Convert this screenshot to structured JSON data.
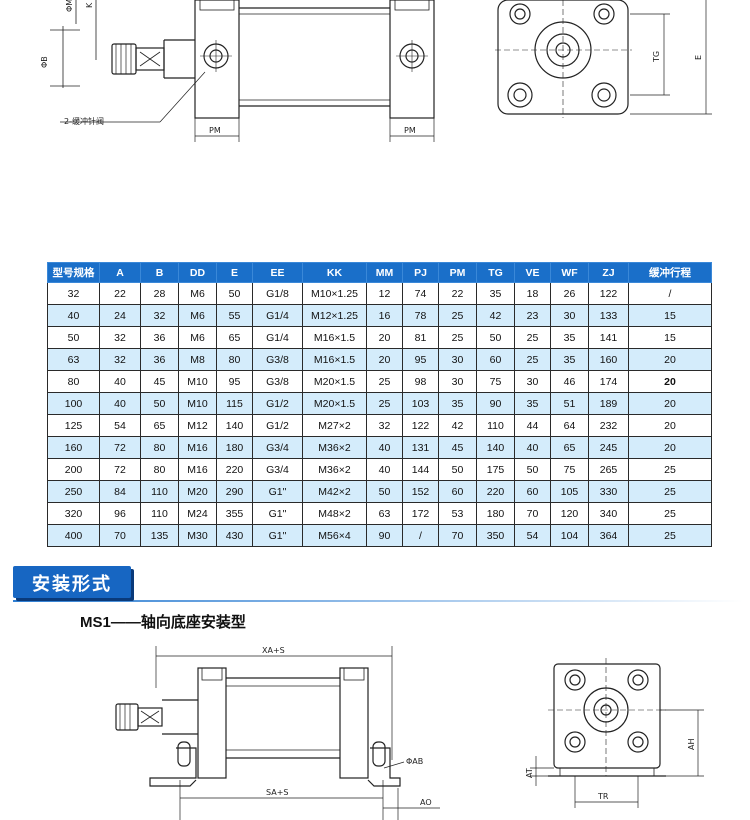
{
  "top_drawing": {
    "labels": {
      "phi_m": "ΦM",
      "k": "K",
      "phi_b": "ΦB",
      "cushion_valve": "2-缓冲针阀",
      "pm_left": "PM",
      "pm_right": "PM",
      "tg": "TG",
      "e": "E"
    }
  },
  "table": {
    "headers": [
      "型号规格",
      "A",
      "B",
      "DD",
      "E",
      "EE",
      "KK",
      "MM",
      "PJ",
      "PM",
      "TG",
      "VE",
      "WF",
      "ZJ",
      "缓冲行程"
    ],
    "rows": [
      [
        "32",
        "22",
        "28",
        "M6",
        "50",
        "G1/8",
        "M10×1.25",
        "12",
        "74",
        "22",
        "35",
        "18",
        "26",
        "122",
        "/"
      ],
      [
        "40",
        "24",
        "32",
        "M6",
        "55",
        "G1/4",
        "M12×1.25",
        "16",
        "78",
        "25",
        "42",
        "23",
        "30",
        "133",
        "15"
      ],
      [
        "50",
        "32",
        "36",
        "M6",
        "65",
        "G1/4",
        "M16×1.5",
        "20",
        "81",
        "25",
        "50",
        "25",
        "35",
        "141",
        "15"
      ],
      [
        "63",
        "32",
        "36",
        "M8",
        "80",
        "G3/8",
        "M16×1.5",
        "20",
        "95",
        "30",
        "60",
        "25",
        "35",
        "160",
        "20"
      ],
      [
        "80",
        "40",
        "45",
        "M10",
        "95",
        "G3/8",
        "M20×1.5",
        "25",
        "98",
        "30",
        "75",
        "30",
        "46",
        "174",
        "20"
      ],
      [
        "100",
        "40",
        "50",
        "M10",
        "115",
        "G1/2",
        "M20×1.5",
        "25",
        "103",
        "35",
        "90",
        "35",
        "51",
        "189",
        "20"
      ],
      [
        "125",
        "54",
        "65",
        "M12",
        "140",
        "G1/2",
        "M27×2",
        "32",
        "122",
        "42",
        "110",
        "44",
        "64",
        "232",
        "20"
      ],
      [
        "160",
        "72",
        "80",
        "M16",
        "180",
        "G3/4",
        "M36×2",
        "40",
        "131",
        "45",
        "140",
        "40",
        "65",
        "245",
        "20"
      ],
      [
        "200",
        "72",
        "80",
        "M16",
        "220",
        "G3/4",
        "M36×2",
        "40",
        "144",
        "50",
        "175",
        "50",
        "75",
        "265",
        "25"
      ],
      [
        "250",
        "84",
        "110",
        "M20",
        "290",
        "G1\"",
        "M42×2",
        "50",
        "152",
        "60",
        "220",
        "60",
        "105",
        "330",
        "25"
      ],
      [
        "320",
        "96",
        "110",
        "M24",
        "355",
        "G1\"",
        "M48×2",
        "63",
        "172",
        "53",
        "180",
        "70",
        "120",
        "340",
        "25"
      ],
      [
        "400",
        "70",
        "135",
        "M30",
        "430",
        "G1\"",
        "M56×4",
        "90",
        "/",
        "70",
        "350",
        "54",
        "104",
        "364",
        "25"
      ]
    ]
  },
  "section": {
    "banner": "安装形式",
    "mount_title": "MS1——轴向底座安装型"
  },
  "bottom_drawing": {
    "labels": {
      "xa_s": "XA+S",
      "sa_s": "SA+S",
      "phi_ab": "ΦAB",
      "ao": "AO",
      "ah": "AH",
      "at": "AT",
      "tr": "TR"
    }
  }
}
